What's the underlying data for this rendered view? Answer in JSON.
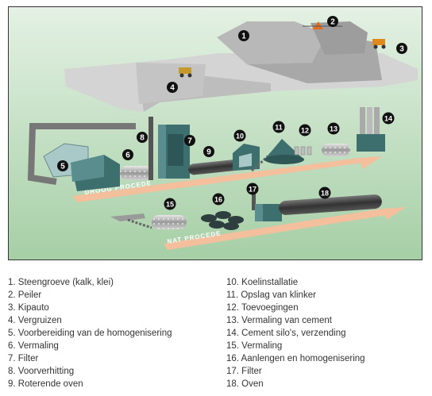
{
  "diagram": {
    "flow_labels": {
      "dry": "DROOG PROCEDE",
      "wet": "NAT PROCEDE"
    },
    "markers": [
      "1",
      "2",
      "3",
      "4",
      "5",
      "6",
      "7",
      "8",
      "9",
      "10",
      "11",
      "12",
      "13",
      "14",
      "15",
      "16",
      "17",
      "18"
    ],
    "colors": {
      "sky": "#d8ecd8",
      "ground": "#a9d3aa",
      "quarry": "#c8c8c8",
      "building": "#4a7a7a",
      "kiln": "#555555",
      "marker": "#111111",
      "flow_arrow": "#f0b08a"
    }
  },
  "legend": {
    "left": [
      "1. Steengroeve (kalk, klei)",
      "2. Peiler",
      "3. Kipauto",
      "4. Vergruizen",
      "5. Voorbereiding van de homogenisering",
      "6. Vermaling",
      "7. Filter",
      "8. Voorverhitting",
      "9. Roterende oven"
    ],
    "right": [
      "10. Koelinstallatie",
      "11. Opslag van klinker",
      "12. Toevoegingen",
      "13. Vermaling van cement",
      "14. Cement silo's, verzending",
      "15. Vermaling",
      "16. Aanlengen en homogenisering",
      "17. Filter",
      "18. Oven"
    ]
  }
}
